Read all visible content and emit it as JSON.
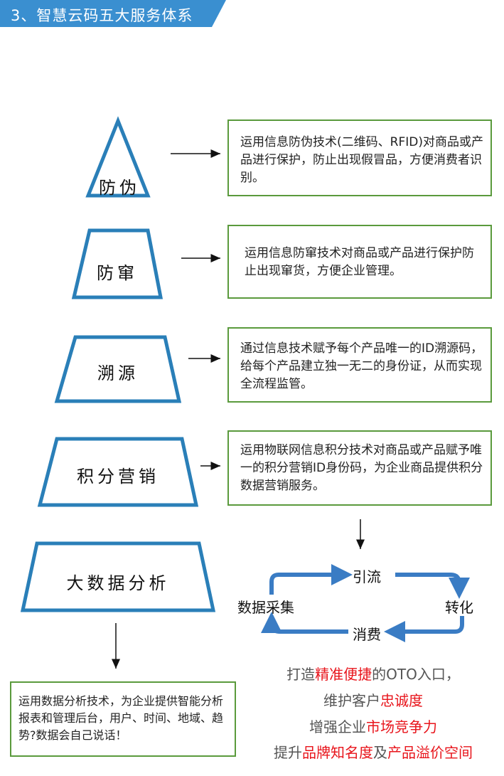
{
  "header": {
    "title": "3、智慧云码五大服务体系"
  },
  "services": [
    {
      "label": "防伪",
      "description": "运用信息防伪技术(二维码、RFID)对商品或产品进行保护，防止出现假冒品，方便消费者识别。"
    },
    {
      "label": "防窜",
      "description": "运用信息防窜技术对商品或产品进行保护防止出现窜货，方便企业管理。"
    },
    {
      "label": "溯源",
      "description": "通过信息技术赋予每个产品唯一的ID溯源码，给每个产品建立独一无二的身份证，从而实现全流程监管。"
    },
    {
      "label": "积分营销",
      "description": "运用物联网信息积分技术对商品或产品赋予唯一的积分营销ID身份码，为企业商品提供积分数据营销服务。"
    },
    {
      "label": "大数据分析",
      "description": "运用数据分析技术，为企业提供智能分析报表和管理后台，用户、时间、地域、趋势?数据会自己说话！"
    }
  ],
  "cycle": {
    "top": "引流",
    "right": "转化",
    "bottom": "消费",
    "left": "数据采集"
  },
  "slogan": {
    "line1": {
      "a": "打造",
      "b": "精准便捷",
      "c": "的OTO入口，"
    },
    "line2": {
      "a": "维护客户",
      "b": "忠诚度"
    },
    "line3": {
      "a": "增强企业",
      "b": "市场竞争力"
    },
    "line4": {
      "a": "提升",
      "b": "品牌知名度",
      "c": "及",
      "d": "产品溢价空间"
    }
  },
  "colors": {
    "accent": "#2a7fb8",
    "header": "#3a8fd0",
    "box_border": "#5a9a3c",
    "highlight": "#e8141b"
  }
}
